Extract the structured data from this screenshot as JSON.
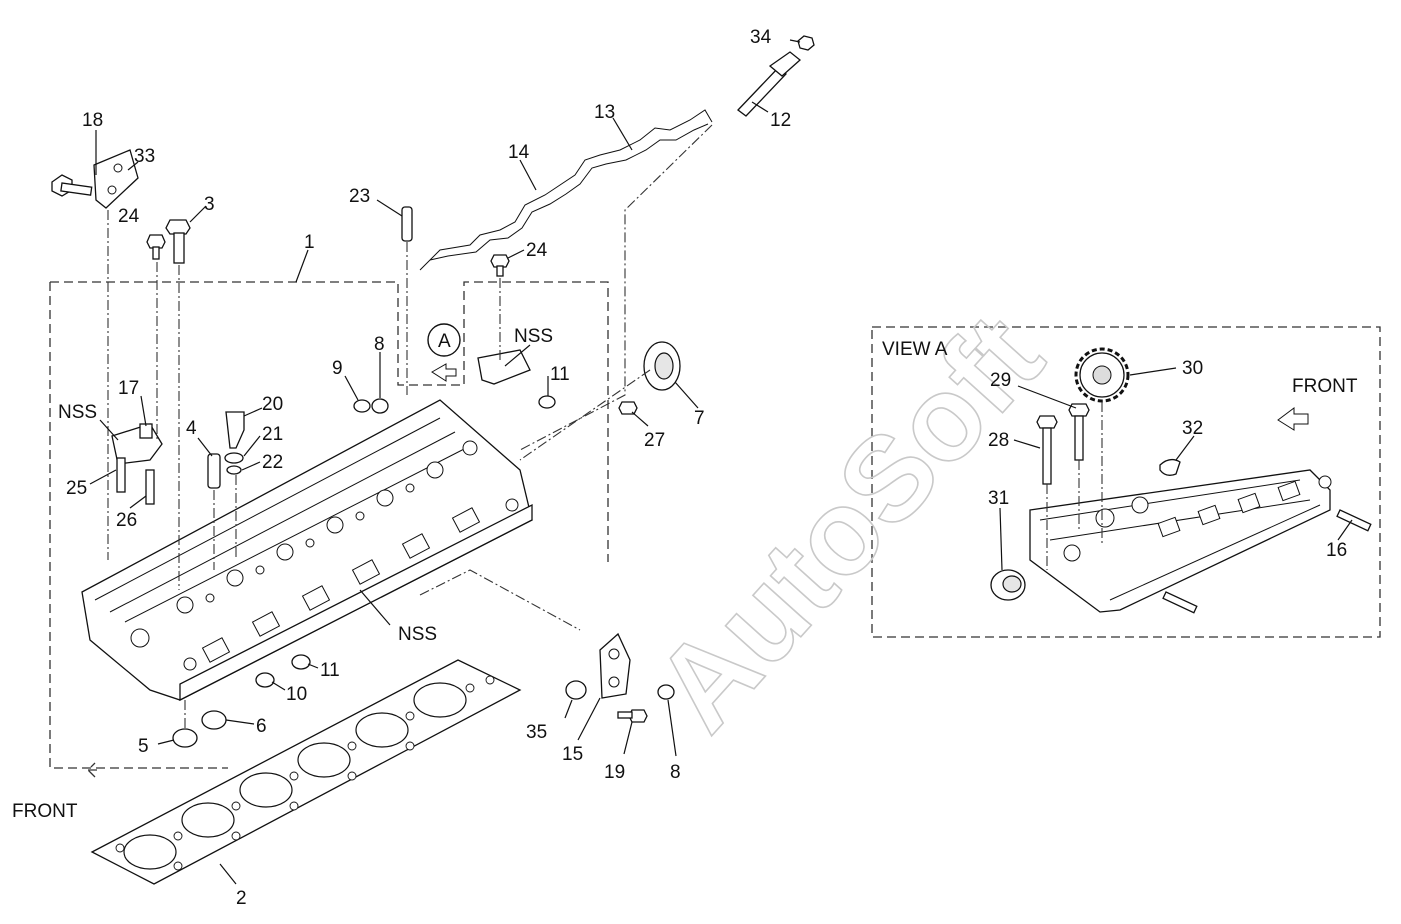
{
  "watermark": "AutoSoft",
  "main_view": {
    "front_label": "FRONT",
    "view_marker": "A",
    "nss_labels": [
      "NSS",
      "NSS",
      "NSS"
    ]
  },
  "view_a": {
    "title": "VIEW A",
    "front_label": "FRONT"
  },
  "callouts": [
    {
      "id": "c1",
      "text": "1"
    },
    {
      "id": "c2",
      "text": "2"
    },
    {
      "id": "c3",
      "text": "3"
    },
    {
      "id": "c4",
      "text": "4"
    },
    {
      "id": "c5",
      "text": "5"
    },
    {
      "id": "c6",
      "text": "6"
    },
    {
      "id": "c7",
      "text": "7"
    },
    {
      "id": "c8a",
      "text": "8"
    },
    {
      "id": "c8b",
      "text": "8"
    },
    {
      "id": "c9",
      "text": "9"
    },
    {
      "id": "c10",
      "text": "10"
    },
    {
      "id": "c11a",
      "text": "11"
    },
    {
      "id": "c11b",
      "text": "11"
    },
    {
      "id": "c12",
      "text": "12"
    },
    {
      "id": "c13",
      "text": "13"
    },
    {
      "id": "c14",
      "text": "14"
    },
    {
      "id": "c15",
      "text": "15"
    },
    {
      "id": "c16",
      "text": "16"
    },
    {
      "id": "c17",
      "text": "17"
    },
    {
      "id": "c18",
      "text": "18"
    },
    {
      "id": "c19",
      "text": "19"
    },
    {
      "id": "c20",
      "text": "20"
    },
    {
      "id": "c21",
      "text": "21"
    },
    {
      "id": "c22",
      "text": "22"
    },
    {
      "id": "c23",
      "text": "23"
    },
    {
      "id": "c24a",
      "text": "24"
    },
    {
      "id": "c24b",
      "text": "24"
    },
    {
      "id": "c25",
      "text": "25"
    },
    {
      "id": "c26",
      "text": "26"
    },
    {
      "id": "c27",
      "text": "27"
    },
    {
      "id": "c28",
      "text": "28"
    },
    {
      "id": "c29",
      "text": "29"
    },
    {
      "id": "c30",
      "text": "30"
    },
    {
      "id": "c31",
      "text": "31"
    },
    {
      "id": "c32",
      "text": "32"
    },
    {
      "id": "c33",
      "text": "33"
    },
    {
      "id": "c34",
      "text": "34"
    },
    {
      "id": "c35",
      "text": "35"
    }
  ]
}
